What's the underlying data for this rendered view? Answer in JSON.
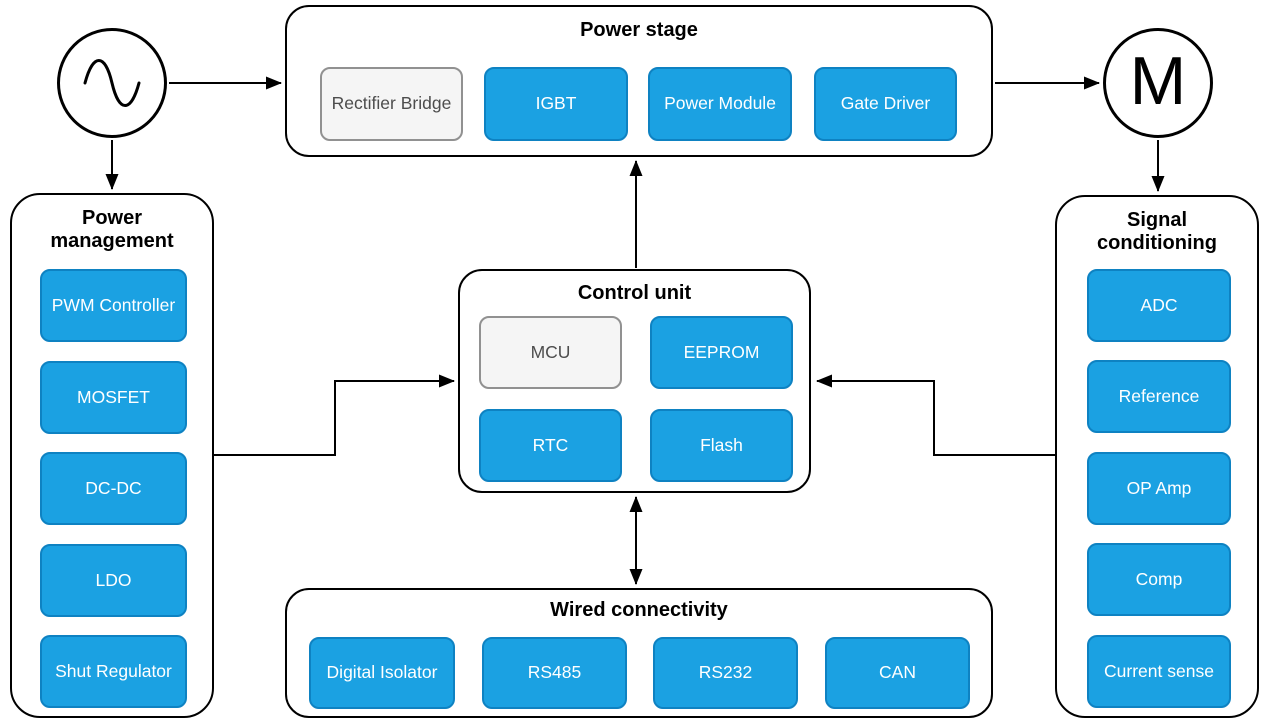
{
  "colors": {
    "canvas_bg": "#ffffff",
    "container_stroke": "#000000",
    "block_blue_fill": "#1BA1E2",
    "block_blue_stroke": "#0E82C2",
    "block_blue_text": "#ffffff",
    "block_gray_fill": "#F5F5F5",
    "block_gray_stroke": "#919191",
    "block_gray_text": "#4D4D4D"
  },
  "nodes": {
    "ac_source": {
      "symbol": "sine-wave"
    },
    "motor": {
      "label": "M"
    }
  },
  "groups": {
    "power_stage": {
      "title": "Power stage",
      "blocks": [
        {
          "label": "Rectifier Bridge",
          "variant": "gray"
        },
        {
          "label": "IGBT",
          "variant": "blue"
        },
        {
          "label": "Power Module",
          "variant": "blue"
        },
        {
          "label": "Gate Driver",
          "variant": "blue"
        }
      ]
    },
    "power_management": {
      "title": "Power management",
      "blocks": [
        {
          "label": "PWM Controller",
          "variant": "blue"
        },
        {
          "label": "MOSFET",
          "variant": "blue"
        },
        {
          "label": "DC-DC",
          "variant": "blue"
        },
        {
          "label": "LDO",
          "variant": "blue"
        },
        {
          "label": "Shut Regulator",
          "variant": "blue"
        }
      ]
    },
    "control_unit": {
      "title": "Control unit",
      "blocks": [
        {
          "label": "MCU",
          "variant": "gray"
        },
        {
          "label": "EEPROM",
          "variant": "blue"
        },
        {
          "label": "RTC",
          "variant": "blue"
        },
        {
          "label": "Flash",
          "variant": "blue"
        }
      ]
    },
    "signal_conditioning": {
      "title": "Signal conditioning",
      "blocks": [
        {
          "label": "ADC",
          "variant": "blue"
        },
        {
          "label": "Reference",
          "variant": "blue"
        },
        {
          "label": "OP Amp",
          "variant": "blue"
        },
        {
          "label": "Comp",
          "variant": "blue"
        },
        {
          "label": "Current sense",
          "variant": "blue"
        }
      ]
    },
    "wired_connectivity": {
      "title": "Wired connectivity",
      "blocks": [
        {
          "label": "Digital Isolator",
          "variant": "blue"
        },
        {
          "label": "RS485",
          "variant": "blue"
        },
        {
          "label": "RS232",
          "variant": "blue"
        },
        {
          "label": "CAN",
          "variant": "blue"
        }
      ]
    }
  },
  "connections": [
    {
      "from": "ac-source",
      "to": "power-stage",
      "arrow": "single"
    },
    {
      "from": "ac-source",
      "to": "power-management",
      "arrow": "single"
    },
    {
      "from": "power-stage",
      "to": "motor",
      "arrow": "single"
    },
    {
      "from": "motor",
      "to": "signal-conditioning",
      "arrow": "single"
    },
    {
      "from": "control-unit",
      "to": "power-stage",
      "arrow": "single"
    },
    {
      "from": "power-management",
      "to": "control-unit",
      "arrow": "single"
    },
    {
      "from": "signal-conditioning",
      "to": "control-unit",
      "arrow": "single"
    },
    {
      "from": "control-unit",
      "to": "wired-connectivity",
      "arrow": "double"
    }
  ]
}
